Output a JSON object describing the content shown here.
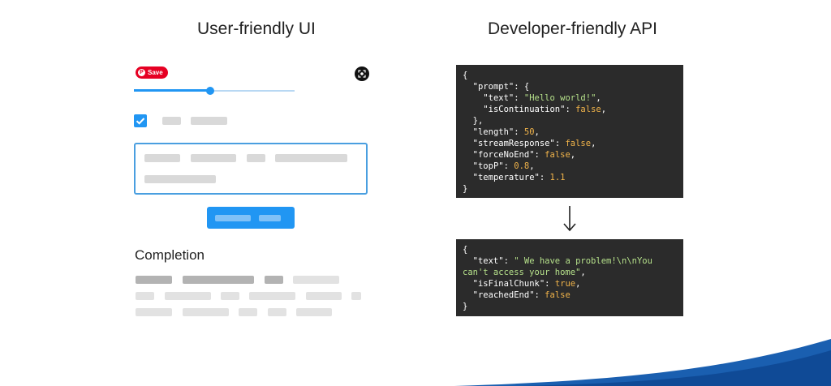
{
  "headings": {
    "left": "User-friendly UI",
    "right": "Developer-friendly API"
  },
  "save_badge": "Save",
  "completion_label": "Completion",
  "slider": {
    "value_fraction": 0.47
  },
  "code_request": [
    "{",
    "  \"prompt\": {",
    "    \"text\": \"Hello world!\",",
    "    \"isContinuation\": false,",
    "  },",
    "  \"length\": 50,",
    "  \"streamResponse\": false,",
    "  \"forceNoEnd\": false,",
    "  \"topP\": 0.8,",
    "  \"temperature\": 1.1",
    "}"
  ],
  "code_response": [
    "{",
    "  \"text\": \" We have a problem!\\n\\nYou",
    "can't access your home\",",
    "  \"isFinalChunk\": true,",
    "  \"reachedEnd\": false",
    "}"
  ],
  "colors": {
    "accent": "#2196f3",
    "code_bg": "#2b2b2b",
    "string": "#b5e08a",
    "number_bool": "#f0b34a",
    "pinterest": "#e60023"
  }
}
